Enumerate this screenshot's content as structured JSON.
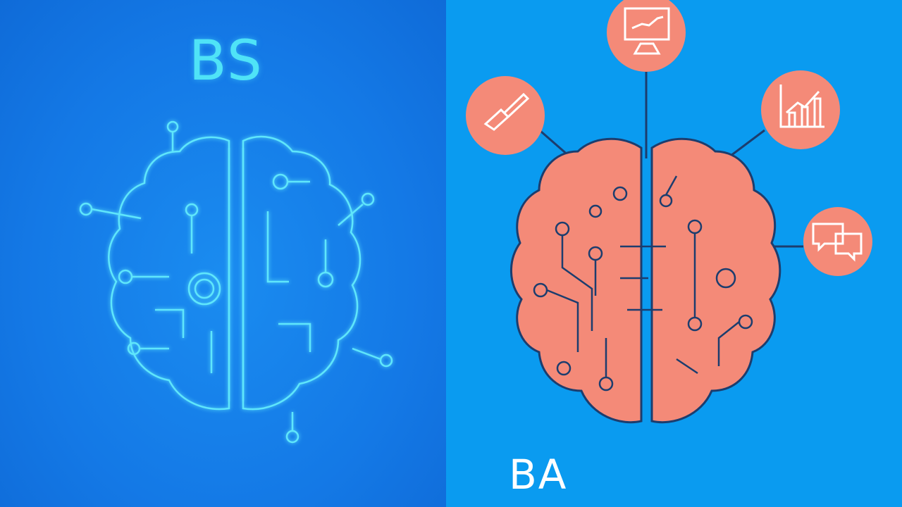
{
  "left_panel": {
    "label": "BS",
    "theme": "glowing circuit brain",
    "colors": {
      "background": "#1479e6",
      "glow": "#4fe3f7"
    }
  },
  "right_panel": {
    "label": "BA",
    "theme": "coral circuit brain with skill icons",
    "colors": {
      "background": "#0a9bf0",
      "brain": "#f48a78",
      "outline": "#1c3d6e"
    },
    "icons": [
      {
        "name": "paintbrush-icon"
      },
      {
        "name": "monitor-chart-icon"
      },
      {
        "name": "bar-chart-icon"
      },
      {
        "name": "chat-bubbles-icon"
      }
    ]
  }
}
